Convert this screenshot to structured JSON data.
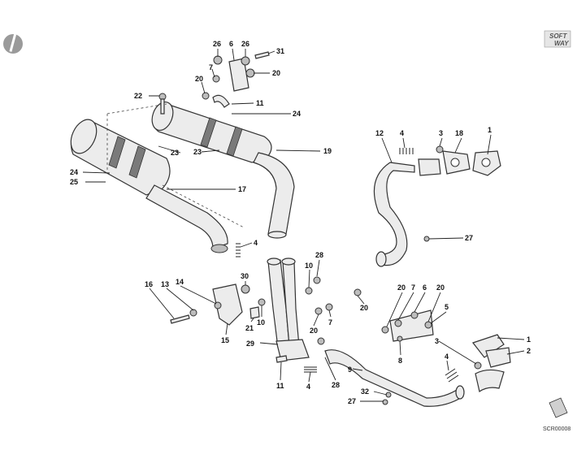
{
  "brand": {
    "line1": "SOFT",
    "line2": "WAY"
  },
  "figure_code": "SCR00008",
  "callouts": [
    {
      "id": "c26a",
      "label": "26"
    },
    {
      "id": "c6a",
      "label": "6"
    },
    {
      "id": "c26b",
      "label": "26"
    },
    {
      "id": "c31",
      "label": "31"
    },
    {
      "id": "c7a",
      "label": "7"
    },
    {
      "id": "c20a",
      "label": "20"
    },
    {
      "id": "c20b",
      "label": "20"
    },
    {
      "id": "c22",
      "label": "22"
    },
    {
      "id": "c11a",
      "label": "11"
    },
    {
      "id": "c24a",
      "label": "24"
    },
    {
      "id": "c23a",
      "label": "23"
    },
    {
      "id": "c23b",
      "label": "23"
    },
    {
      "id": "c19",
      "label": "19"
    },
    {
      "id": "c24b",
      "label": "24"
    },
    {
      "id": "c25",
      "label": "25"
    },
    {
      "id": "c17",
      "label": "17"
    },
    {
      "id": "c4a",
      "label": "4"
    },
    {
      "id": "c12",
      "label": "12"
    },
    {
      "id": "c4b",
      "label": "4"
    },
    {
      "id": "c3a",
      "label": "3"
    },
    {
      "id": "c18",
      "label": "18"
    },
    {
      "id": "c1a",
      "label": "1"
    },
    {
      "id": "c27a",
      "label": "27"
    },
    {
      "id": "c28a",
      "label": "28"
    },
    {
      "id": "c10a",
      "label": "10"
    },
    {
      "id": "c30",
      "label": "30"
    },
    {
      "id": "c16",
      "label": "16"
    },
    {
      "id": "c13",
      "label": "13"
    },
    {
      "id": "c14",
      "label": "14"
    },
    {
      "id": "c20c",
      "label": "20"
    },
    {
      "id": "c7b",
      "label": "7"
    },
    {
      "id": "c6b",
      "label": "6"
    },
    {
      "id": "c20d",
      "label": "20"
    },
    {
      "id": "c5",
      "label": "5"
    },
    {
      "id": "c21",
      "label": "21"
    },
    {
      "id": "c10b",
      "label": "10"
    },
    {
      "id": "c7c",
      "label": "7"
    },
    {
      "id": "c20e",
      "label": "20"
    },
    {
      "id": "c20f",
      "label": "20"
    },
    {
      "id": "c15",
      "label": "15"
    },
    {
      "id": "c8",
      "label": "8"
    },
    {
      "id": "c29",
      "label": "29"
    },
    {
      "id": "c3b",
      "label": "3"
    },
    {
      "id": "c1b",
      "label": "1"
    },
    {
      "id": "c2",
      "label": "2"
    },
    {
      "id": "c4c",
      "label": "4"
    },
    {
      "id": "c11b",
      "label": "11"
    },
    {
      "id": "c4d",
      "label": "4"
    },
    {
      "id": "c28b",
      "label": "28"
    },
    {
      "id": "c9",
      "label": "9"
    },
    {
      "id": "c32",
      "label": "32"
    },
    {
      "id": "c27b",
      "label": "27"
    }
  ]
}
